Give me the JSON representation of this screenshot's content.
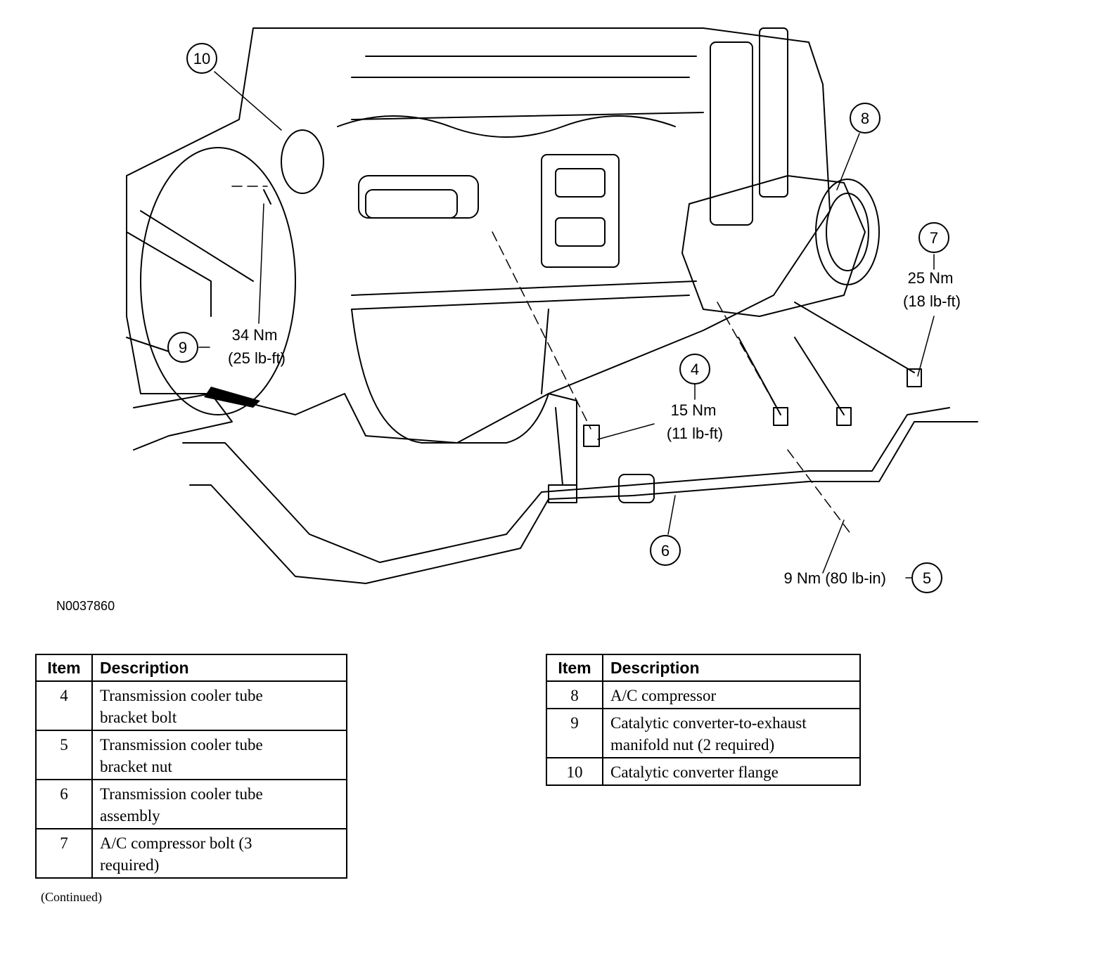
{
  "figure_id": "N0037860",
  "callouts": [
    {
      "item": "4",
      "torque": "15 Nm",
      "torque_alt": "(11 lb-ft)"
    },
    {
      "item": "5",
      "torque": "9 Nm (80 lb-in)"
    },
    {
      "item": "6"
    },
    {
      "item": "7",
      "torque": "25 Nm",
      "torque_alt": "(18 lb-ft)"
    },
    {
      "item": "8"
    },
    {
      "item": "9",
      "torque": "34 Nm",
      "torque_alt": "(25 lb-ft)"
    },
    {
      "item": "10"
    }
  ],
  "table_headers": {
    "item": "Item",
    "description": "Description"
  },
  "table_left": [
    {
      "item": "4",
      "line1": "Transmission cooler tube",
      "line2": "bracket bolt"
    },
    {
      "item": "5",
      "line1": "Transmission cooler tube",
      "line2": "bracket nut"
    },
    {
      "item": "6",
      "line1": "Transmission cooler tube",
      "line2": "assembly"
    },
    {
      "item": "7",
      "line1": "A/C compressor bolt (3",
      "line2": "required)"
    }
  ],
  "table_right": [
    {
      "item": "8",
      "line1": "A/C compressor",
      "line2": ""
    },
    {
      "item": "9",
      "line1": "Catalytic converter-to-exhaust",
      "line2": "manifold nut (2 required)"
    },
    {
      "item": "10",
      "line1": "Catalytic converter flange",
      "line2": ""
    }
  ],
  "continued": "(Continued)"
}
